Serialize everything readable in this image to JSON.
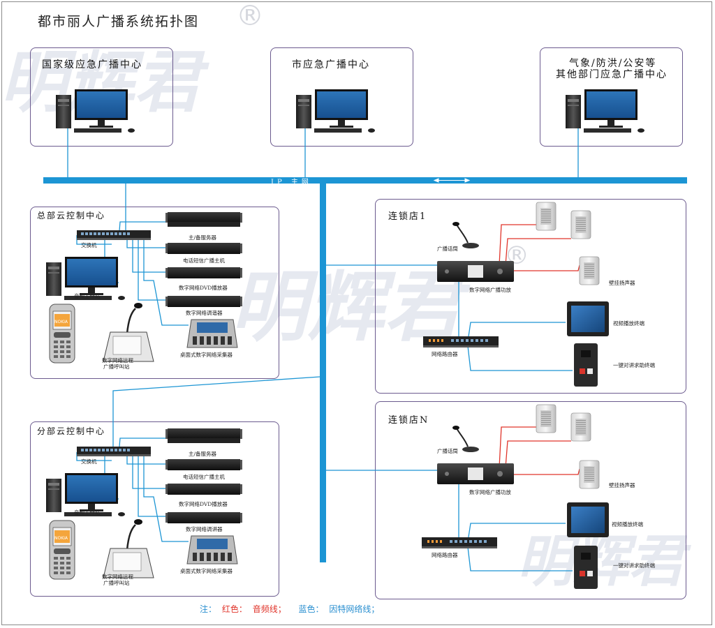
{
  "title": "都市丽人广播系统拓扑图",
  "reg_mark": "®",
  "watermark": "明辉君",
  "top_centers": {
    "national": "国家级应急广播中心",
    "city": "市应急广播中心",
    "other_line1": "气象/防洪/公安等",
    "other_line2": "其他部门应急广播中心"
  },
  "backbone_label": "IP 主网",
  "hq": {
    "title": "总部云控制中心",
    "switch": "交换机",
    "workstation": "音频工作站",
    "server": "主/备服务器",
    "phone_host": "电话短信广播主机",
    "dvd": "数字网络DVD播放器",
    "tuner": "数字网络调谐器",
    "paging": "数字网络远程",
    "paging2": "广播呼叫站",
    "collector": "桌面式数字网络采集器",
    "phone_brand": "NOKIA"
  },
  "branch": {
    "title": "分部云控制中心",
    "switch": "交换机",
    "workstation": "音频工作站",
    "server": "主/备服务器",
    "phone_host": "电话短信广播主机",
    "dvd": "数字网络DVD播放器",
    "tuner": "数字网络调讲器",
    "paging": "数字网络远程",
    "paging2": "广播呼叫站",
    "collector": "桌面式数字网络采集器",
    "phone_brand": "NOKIA"
  },
  "store1": {
    "title": "连锁店1",
    "mic": "广播话筒",
    "amp": "数字网络广播功放",
    "router": "网络路由器",
    "speaker": "壁挂扬声器",
    "video": "视频播放终端",
    "intercom": "一键对讲求助终端"
  },
  "storeN": {
    "title": "连锁店N",
    "mic": "广播话筒",
    "amp": "数字网络广播功放",
    "router": "网络路由器",
    "speaker": "壁挂扬声器",
    "video": "视频播放终端",
    "intercom": "一键对讲求助终端"
  },
  "legend": {
    "prefix": "注：",
    "red_label": "红色：",
    "red_desc": "音频线；",
    "blue_label": "蓝色：",
    "blue_desc": "因特网络线；"
  },
  "colors": {
    "blue_line": "#1c95d4",
    "red_line": "#e0342a",
    "box_border": "#6b5a8e",
    "legend_red": "#e0342a",
    "legend_blue": "#2a8fd0"
  }
}
